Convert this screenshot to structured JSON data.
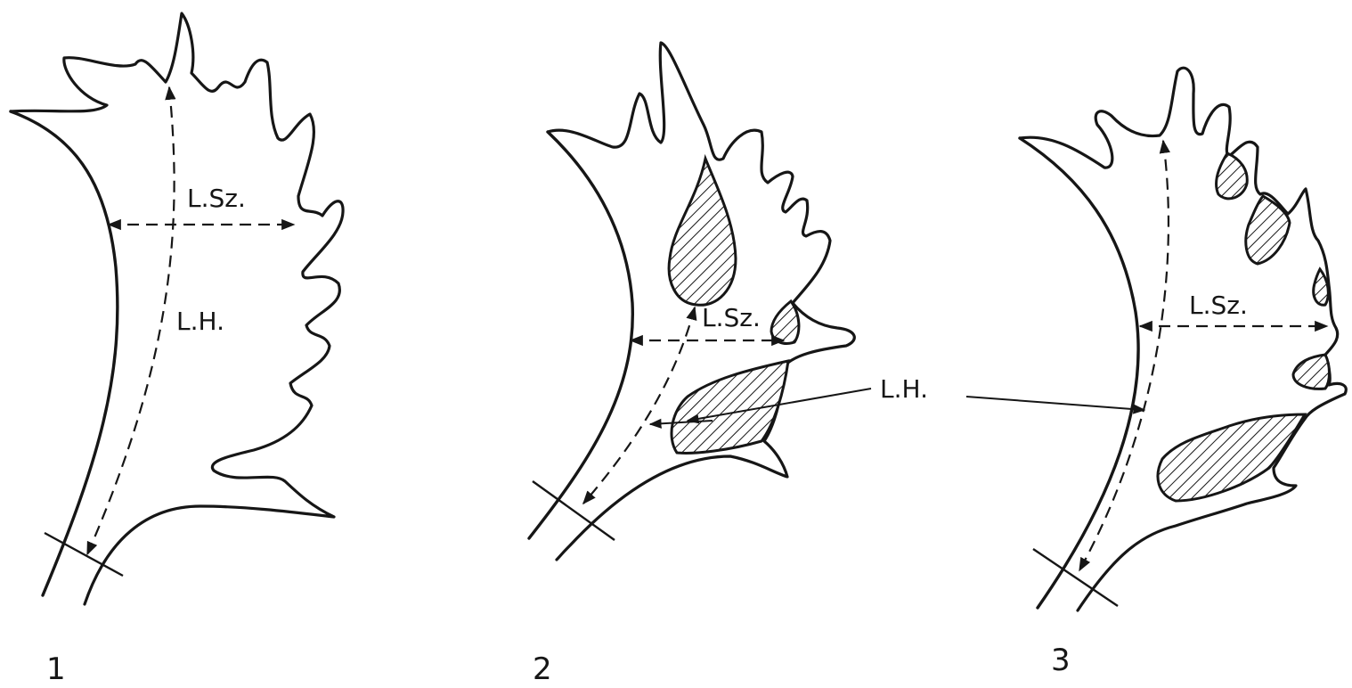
{
  "figures": [
    {
      "number": "1",
      "width_label": "L.Sz.",
      "length_label": "L.H."
    },
    {
      "number": "2",
      "width_label": "L.Sz."
    },
    {
      "number": "3",
      "width_label": "L.Sz."
    }
  ],
  "shared_length_label": "L.H."
}
